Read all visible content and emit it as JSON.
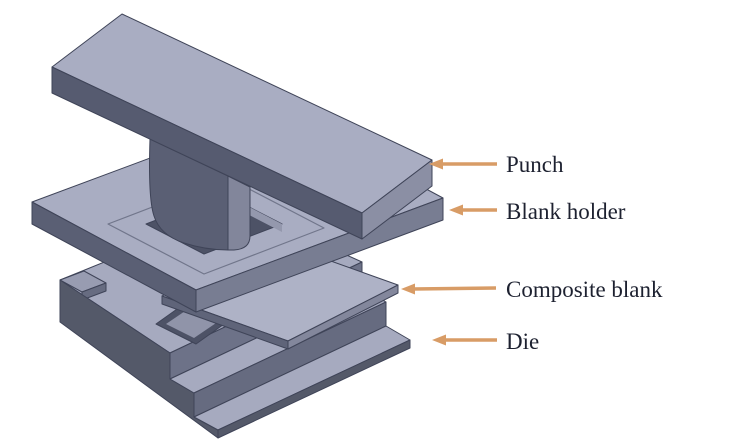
{
  "figure": {
    "description": "Exploded isometric diagram of a sheet forming tool set",
    "labels": {
      "punch": "Punch",
      "blank_holder": "Blank holder",
      "composite_blank": "Composite blank",
      "die": "Die"
    },
    "colors": {
      "part_top_face": "#a9adc2",
      "part_side_face": "#8b8fa4",
      "part_front_face": "#565b70",
      "cavity_dark": "#4d5266",
      "arrow": "#d89c66",
      "label_text": "#1d2130",
      "background": "#ffffff"
    }
  }
}
